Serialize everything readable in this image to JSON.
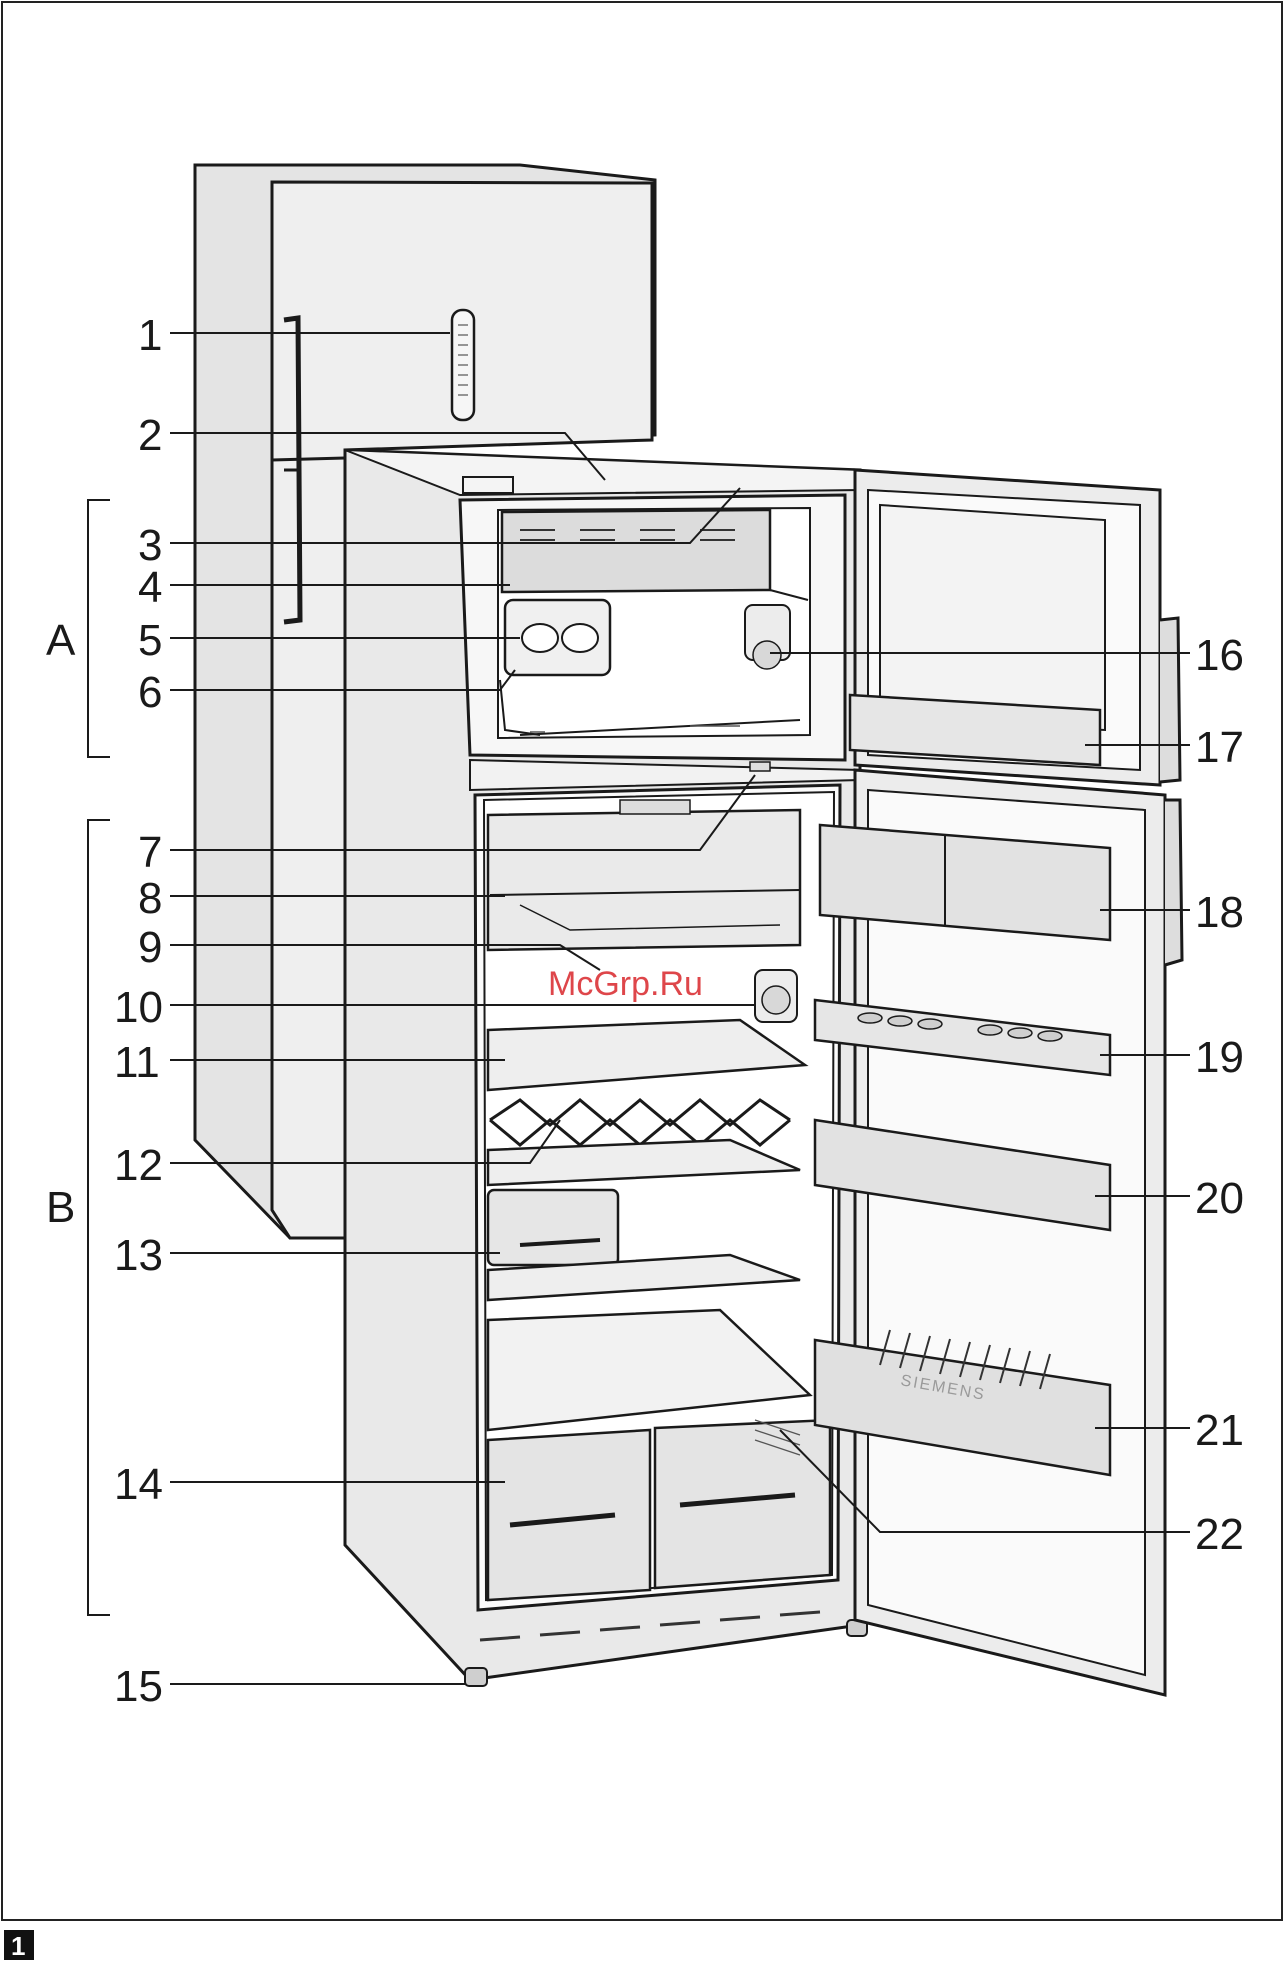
{
  "figure_number": "1",
  "watermark": "McGrp.Ru",
  "brand_mark": "SIEMENS",
  "groups": [
    {
      "id": "A",
      "label": "A"
    },
    {
      "id": "B",
      "label": "B"
    }
  ],
  "callouts": [
    {
      "id": "1",
      "label": "1"
    },
    {
      "id": "2",
      "label": "2"
    },
    {
      "id": "3",
      "label": "3"
    },
    {
      "id": "4",
      "label": "4"
    },
    {
      "id": "5",
      "label": "5"
    },
    {
      "id": "6",
      "label": "6"
    },
    {
      "id": "7",
      "label": "7"
    },
    {
      "id": "8",
      "label": "8"
    },
    {
      "id": "9",
      "label": "9"
    },
    {
      "id": "10",
      "label": "10"
    },
    {
      "id": "11",
      "label": "11"
    },
    {
      "id": "12",
      "label": "12"
    },
    {
      "id": "13",
      "label": "13"
    },
    {
      "id": "14",
      "label": "14"
    },
    {
      "id": "15",
      "label": "15"
    },
    {
      "id": "16",
      "label": "16"
    },
    {
      "id": "17",
      "label": "17"
    },
    {
      "id": "18",
      "label": "18"
    },
    {
      "id": "19",
      "label": "19"
    },
    {
      "id": "20",
      "label": "20"
    },
    {
      "id": "21",
      "label": "21"
    },
    {
      "id": "22",
      "label": "22"
    }
  ]
}
